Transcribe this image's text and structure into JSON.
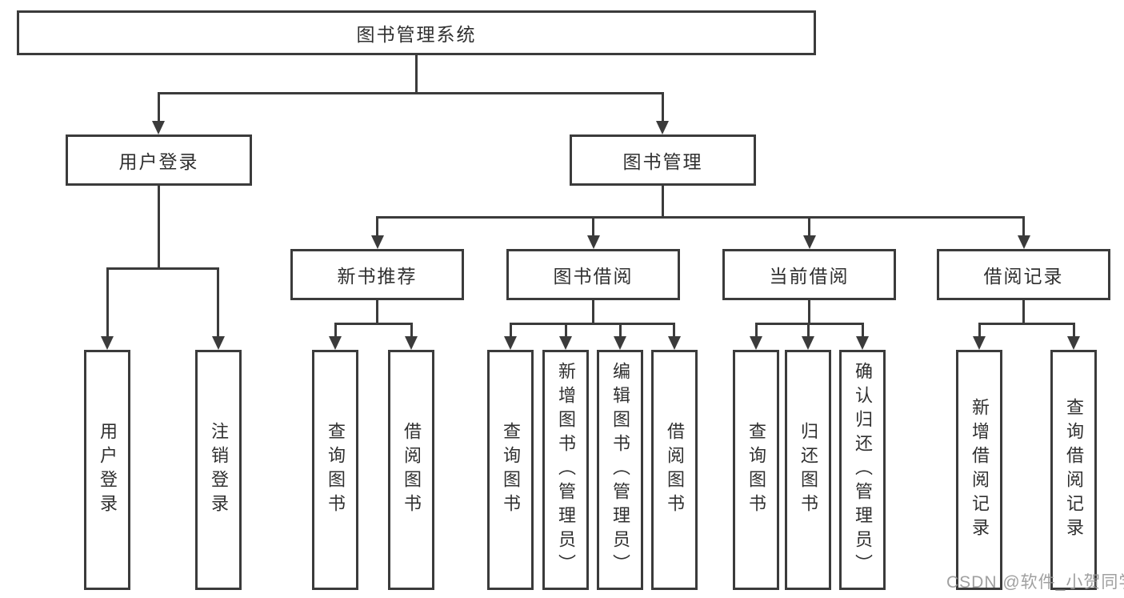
{
  "diagram_type": "hierarchy-tree",
  "watermark": "CSDN @软件_小贺同学",
  "colors": {
    "background": "#ffffff",
    "line": "#3b3b3b",
    "text": "#303030",
    "watermark": "#969696"
  },
  "tree": {
    "label": "图书管理系统",
    "children": [
      {
        "label": "用户登录",
        "children": [
          {
            "label": "用户登录"
          },
          {
            "label": "注销登录"
          }
        ]
      },
      {
        "label": "图书管理",
        "children": [
          {
            "label": "新书推荐",
            "children": [
              {
                "label": "查询图书"
              },
              {
                "label": "借阅图书"
              }
            ]
          },
          {
            "label": "图书借阅",
            "children": [
              {
                "label": "查询图书"
              },
              {
                "label": "新增图书（管理员）"
              },
              {
                "label": "编辑图书（管理员）"
              },
              {
                "label": "借阅图书"
              }
            ]
          },
          {
            "label": "当前借阅",
            "children": [
              {
                "label": "查询图书"
              },
              {
                "label": "归还图书"
              },
              {
                "label": "确认归还（管理员）"
              }
            ]
          },
          {
            "label": "借阅记录",
            "children": [
              {
                "label": "新增借阅记录"
              },
              {
                "label": "查询借阅记录"
              }
            ]
          }
        ]
      }
    ]
  }
}
